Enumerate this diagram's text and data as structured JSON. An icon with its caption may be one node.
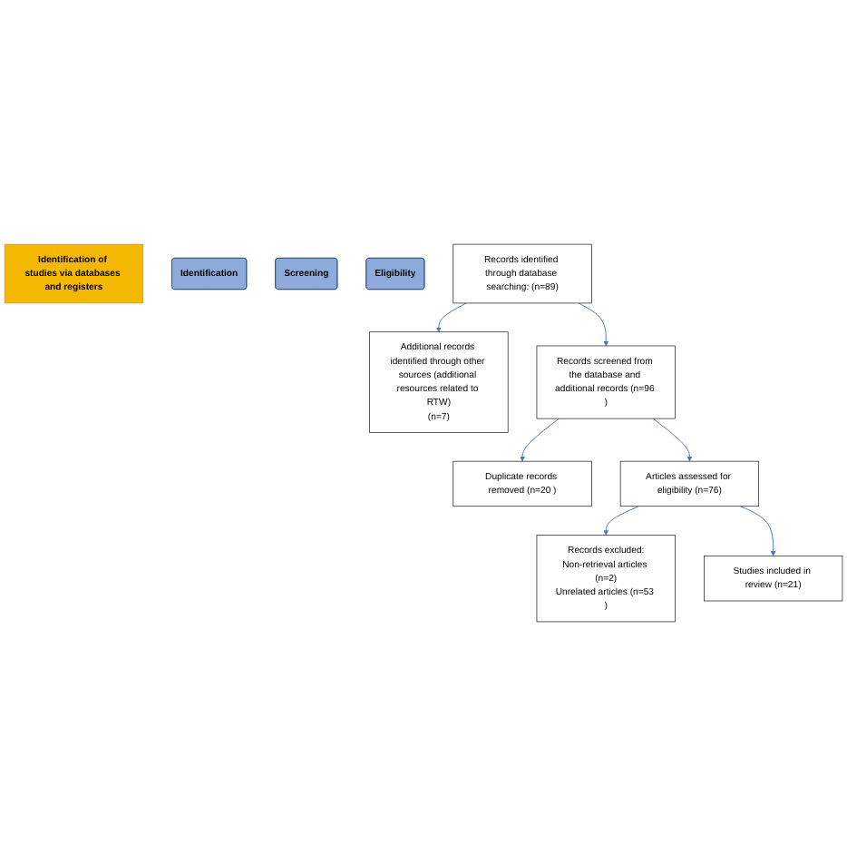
{
  "diagram": {
    "nodes": [
      {
        "text": [
          "Identification of studies via databases and registers"
        ]
      },
      {
        "text": [
          "Identification"
        ]
      },
      {
        "text": [
          "Screening"
        ]
      },
      {
        "text": [
          "Eligibility"
        ]
      },
      {
        "text": [
          "Records identified through database searching: (n=89)"
        ]
      },
      {
        "text": [
          "Additional records identified through other sources (additional resources related to RTW)",
          "(n=7)"
        ]
      },
      {
        "text": [
          "Records screened from the database and additional records (n=96 )"
        ]
      },
      {
        "text": [
          "Duplicate records removed (n=20 )"
        ]
      },
      {
        "text": [
          "Articles assessed for eligibility (n=76)"
        ]
      },
      {
        "text": [
          "Records excluded:",
          "Non-retrieval articles (n=2)",
          "Unrelated articles (n=53 )"
        ]
      },
      {
        "text": [
          "Studies included in review (n=21)"
        ]
      }
    ],
    "edges": [
      {
        "from": 4,
        "to": 5,
        "arrow": "to"
      },
      {
        "from": 4,
        "to": 6,
        "arrow": "to"
      },
      {
        "from": 6,
        "to": 7,
        "arrow": "to"
      },
      {
        "from": 6,
        "to": 8,
        "arrow": "to"
      },
      {
        "from": 8,
        "to": 9,
        "arrow": "to"
      },
      {
        "from": 8,
        "to": 10,
        "arrow": "to"
      }
    ]
  }
}
